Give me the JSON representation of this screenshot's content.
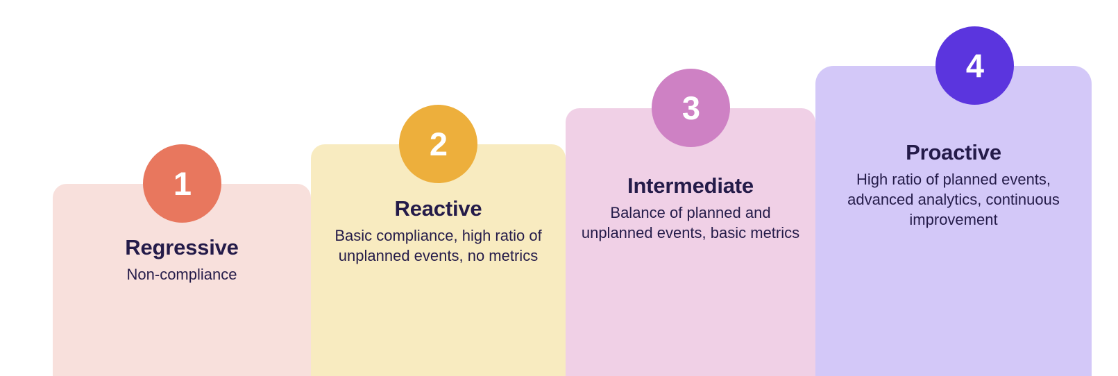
{
  "diagram": {
    "type": "staircase-maturity-model",
    "background_color": "#FFFFFF",
    "text_color": "#241B49",
    "badge_text_color": "#FFFFFF",
    "steps": [
      {
        "number": "1",
        "title": "Regressive",
        "description": "Non-compliance",
        "card_color": "#F8E0DC",
        "badge_color": "#E8775E"
      },
      {
        "number": "2",
        "title": "Reactive",
        "description": "Basic compliance, high ratio of unplanned events, no metrics",
        "card_color": "#F8EBC0",
        "badge_color": "#EDAF3C"
      },
      {
        "number": "3",
        "title": "Intermediate",
        "description": "Balance of planned and unplanned events, basic metrics",
        "card_color": "#F0D0E6",
        "badge_color": "#CE81C4"
      },
      {
        "number": "4",
        "title": "Proactive",
        "description": "High ratio of planned events, advanced analytics, continuous improvement",
        "card_color": "#D3C8F8",
        "badge_color": "#5B35DE"
      }
    ]
  }
}
